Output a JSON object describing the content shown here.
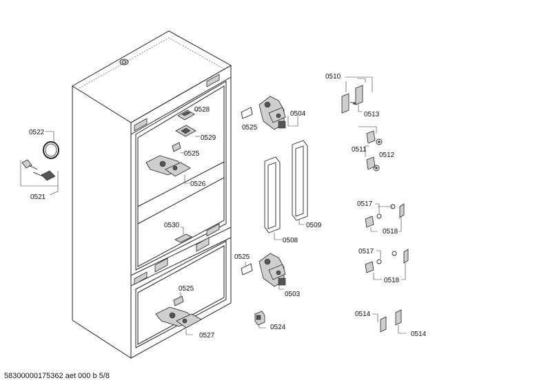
{
  "labels": {
    "p0528": "0528",
    "p0529": "0529",
    "p0525a": "0525",
    "p0526": "0526",
    "p0522": "0522",
    "p0521": "0521",
    "p0530": "0530",
    "p0525b": "0525",
    "p0527": "0527",
    "p0525c": "0525",
    "p0504": "0504",
    "p0525d": "0525",
    "p0503": "0503",
    "p0508": "0508",
    "p0509": "0509",
    "p0524": "0524",
    "p0510": "0510",
    "p0513": "0513",
    "p0511": "0511",
    "p0512": "0512",
    "p0517a": "0517",
    "p0518a": "0518",
    "p0517b": "0517",
    "p0518b": "0518",
    "p0514a": "0514",
    "p0514b": "0514"
  },
  "footer": "58300000175362 aet 000 b 5/8"
}
